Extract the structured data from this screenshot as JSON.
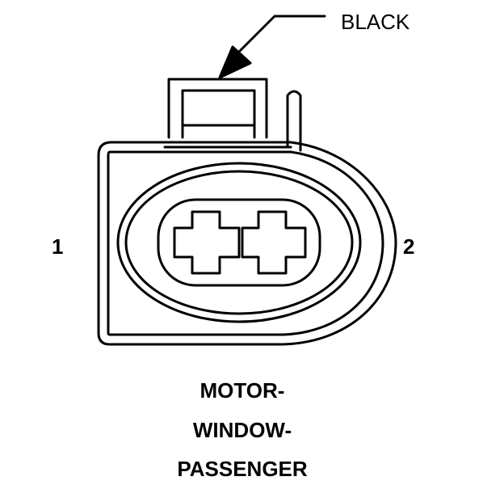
{
  "diagram": {
    "color_label": "BLACK",
    "pins": [
      {
        "label": "1"
      },
      {
        "label": "2"
      }
    ],
    "caption_lines": [
      "MOTOR-",
      "WINDOW-",
      "PASSENGER"
    ]
  }
}
